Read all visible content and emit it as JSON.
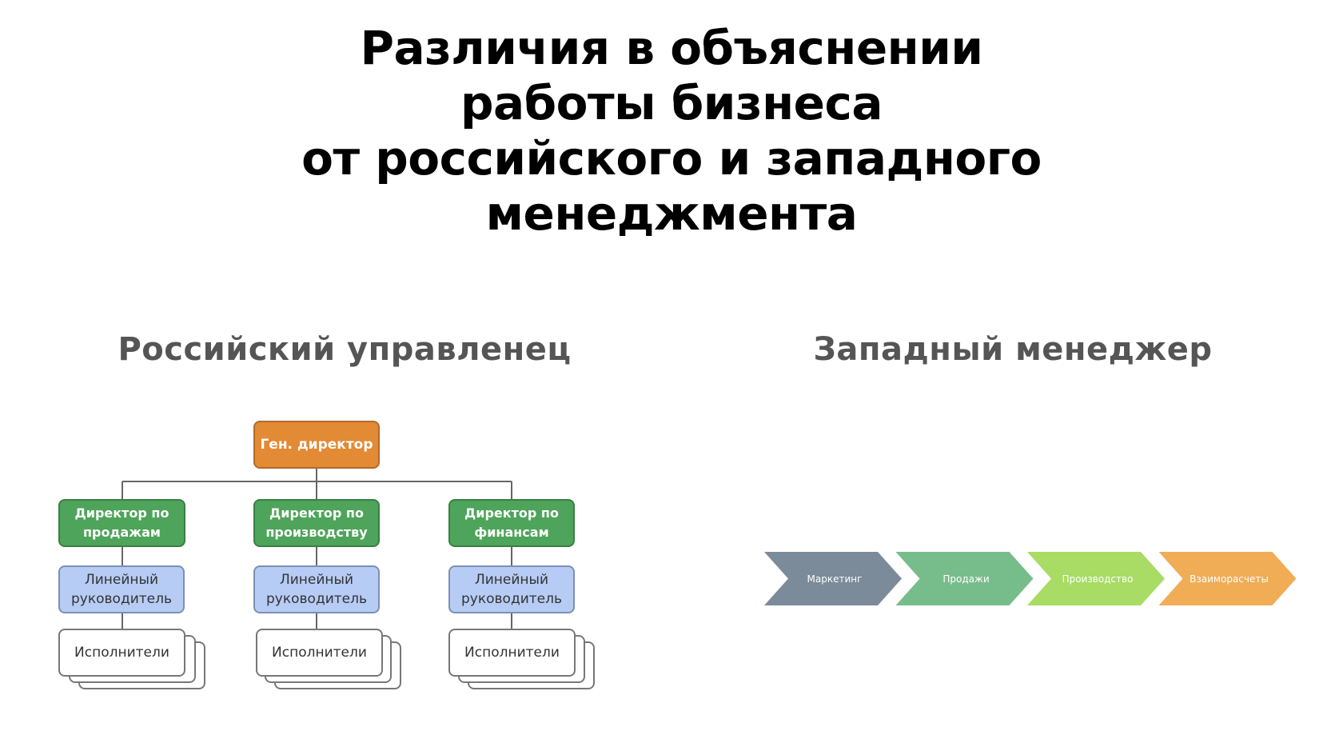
{
  "title": {
    "lines": [
      "Различия в объяснении",
      "работы бизнеса",
      "от российского и западного",
      "менеджмента"
    ]
  },
  "russian": {
    "heading": "Российский управленец",
    "ceo": "Ген. директор",
    "columns": [
      {
        "director": "Директор по продажам",
        "line_manager": "Линейный руководитель",
        "executors": "Исполнители"
      },
      {
        "director": "Директор по производству",
        "line_manager": "Линейный руководитель",
        "executors": "Исполнители"
      },
      {
        "director": "Директор по финансам",
        "line_manager": "Линейный руководитель",
        "executors": "Исполнители"
      }
    ],
    "colors": {
      "ceo": "#e38a35",
      "director": "#4ea45a",
      "line_manager": "#b7ccf5",
      "executors": "#ffffff"
    }
  },
  "western": {
    "heading": "Западный менеджер",
    "steps": [
      {
        "label": "Маркетинг",
        "color": "#7b8b99"
      },
      {
        "label": "Продажи",
        "color": "#77bd8b"
      },
      {
        "label": "Производство",
        "color": "#a8dc64"
      },
      {
        "label": "Взаиморасчеты",
        "color": "#f0ad56"
      }
    ]
  }
}
